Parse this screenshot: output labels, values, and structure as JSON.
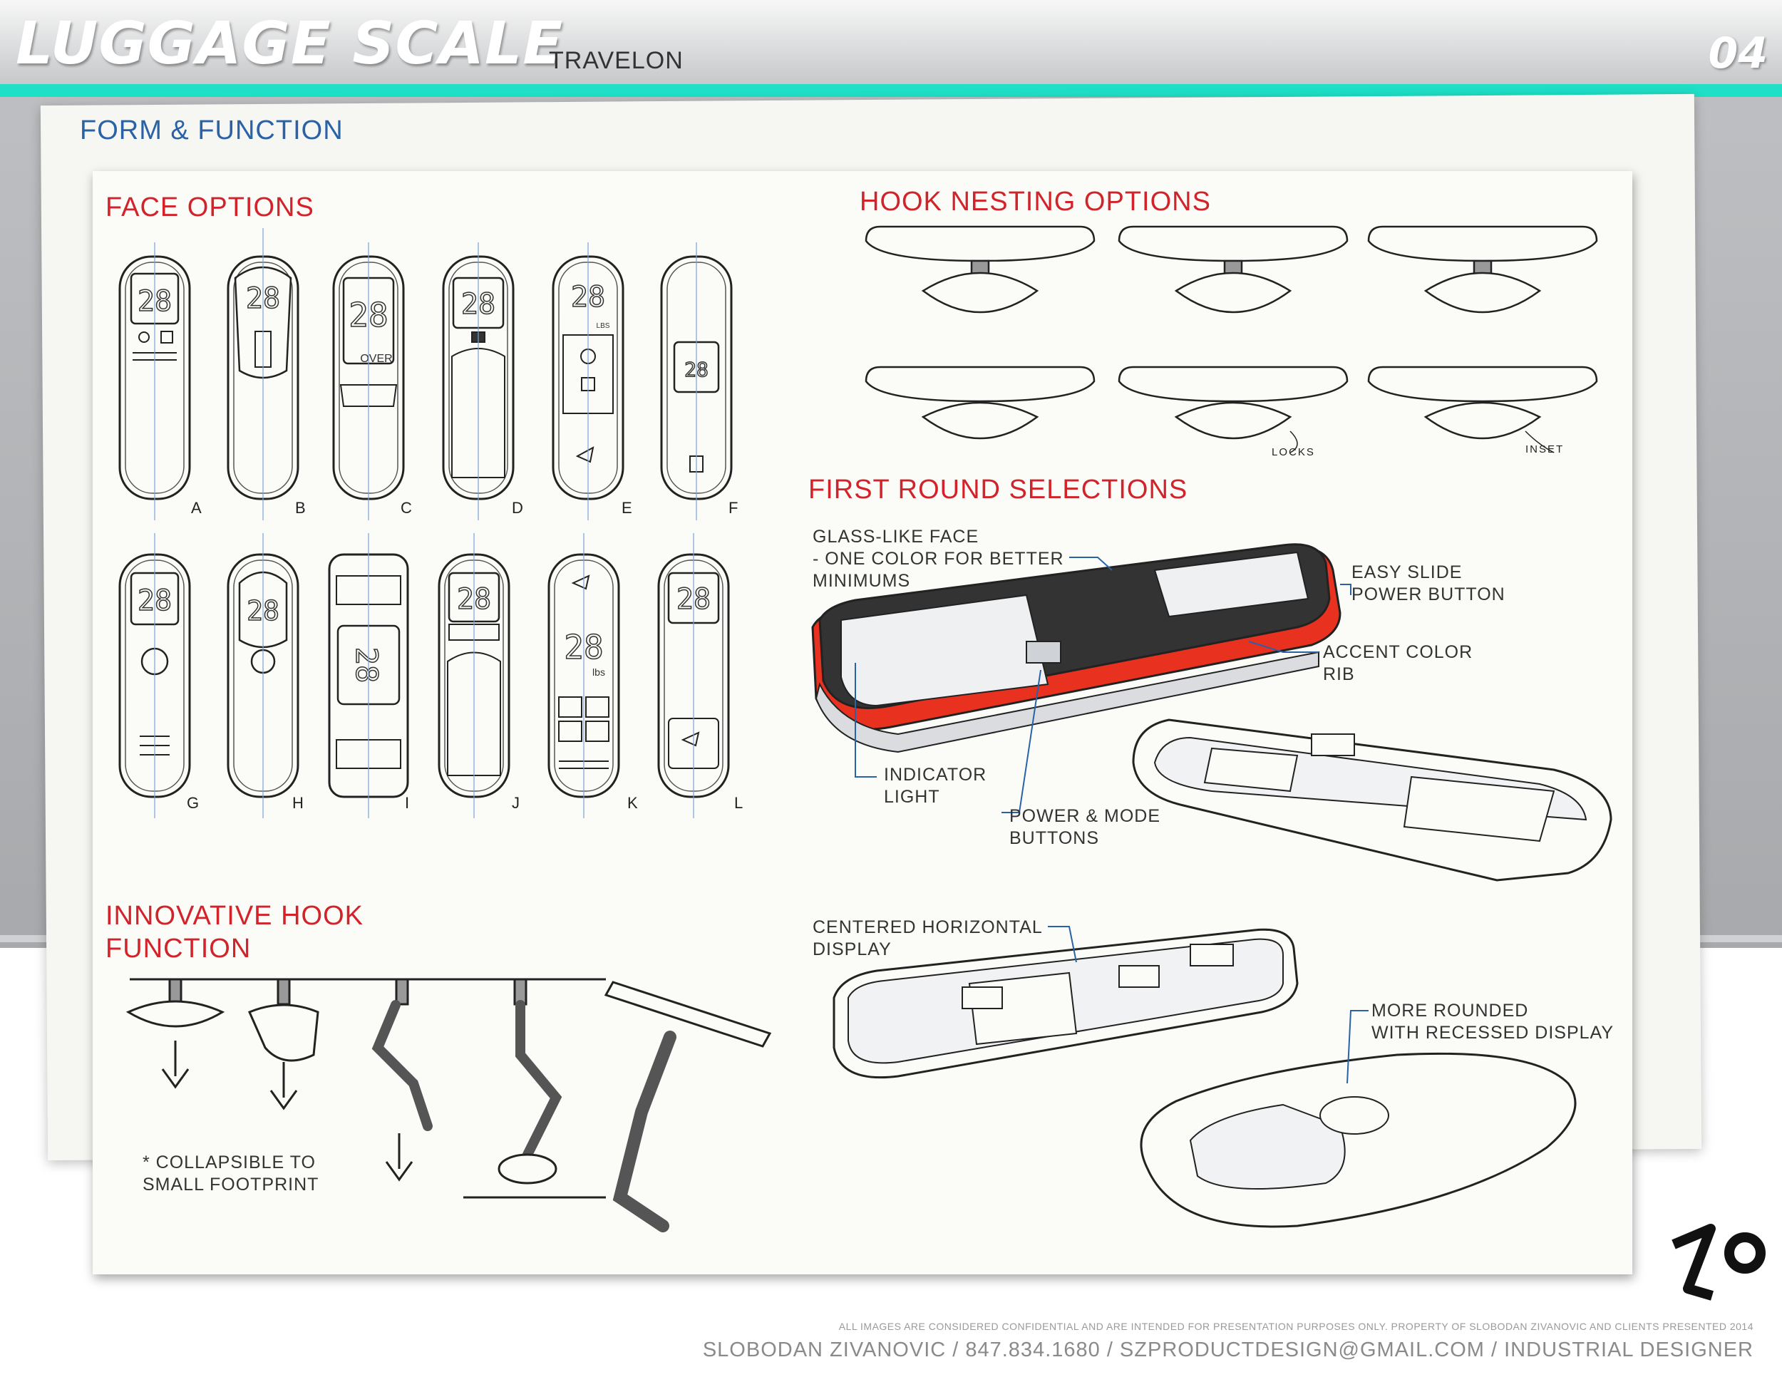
{
  "header": {
    "title": "LUGGAGE SCALE",
    "subtitle": "TRAVELON",
    "page_number": "04",
    "accent_color": "#1ee0c6"
  },
  "section_title": "FORM & FUNCTION",
  "face_options": {
    "heading": "FACE OPTIONS",
    "row1_letters": [
      "A",
      "B",
      "C",
      "D",
      "E",
      "F"
    ],
    "row2_letters": [
      "G",
      "H",
      "I",
      "J",
      "K",
      "L"
    ],
    "display_text": "28",
    "over_text": "OVER",
    "lbs_text": "LBS",
    "lbs_text_small": "lbs"
  },
  "hook_nesting": {
    "heading": "HOOK NESTING OPTIONS",
    "locks_label": "LOCKS",
    "inset_label": "INSET"
  },
  "first_round": {
    "heading": "FIRST ROUND SELECTIONS",
    "glass_note": "GLASS-LIKE FACE\n- ONE COLOR FOR BETTER\nMINIMUMS",
    "slide_note": "EASY SLIDE\nPOWER BUTTON",
    "accent_note": "ACCENT COLOR\nRIB",
    "indicator_note": "INDICATOR\nLIGHT",
    "power_note": "POWER & MODE\nBUTTONS",
    "centered_note": "CENTERED HORIZONTAL\nDISPLAY",
    "rounded_note": "MORE ROUNDED\nWITH RECESSED DISPLAY",
    "rib_color": "#e8321f"
  },
  "hook_function": {
    "heading": "INNOVATIVE HOOK\nFUNCTION",
    "note": "* COLLAPSIBLE TO\nSMALL FOOTPRINT"
  },
  "footer": {
    "disclaimer": "ALL IMAGES ARE CONSIDERED CONFIDENTIAL AND ARE INTENDED FOR PRESENTATION PURPOSES ONLY. PROPERTY OF SLOBODAN ZIVANOVIC AND CLIENTS PRESENTED 2014",
    "credits": "SLOBODAN ZIVANOVIC / 847.834.1680 / SZPRODUCTDESIGN@GMAIL.COM / INDUSTRIAL DESIGNER"
  },
  "logo_icon": "sz-monogram-logo"
}
